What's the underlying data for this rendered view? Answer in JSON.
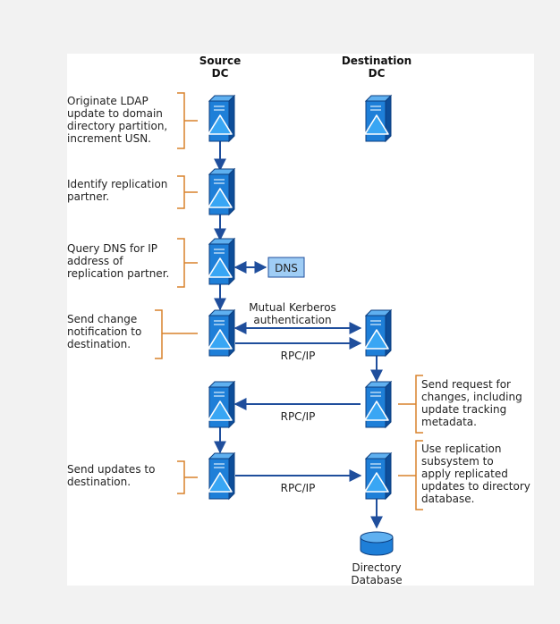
{
  "columns": {
    "source": {
      "line1": "Source",
      "line2": "DC"
    },
    "destination": {
      "line1": "Destination",
      "line2": "DC"
    }
  },
  "steps": {
    "originate": [
      "Originate LDAP",
      "update to domain",
      "directory partition,",
      "increment USN."
    ],
    "identify": [
      "Identify replication",
      "partner."
    ],
    "query_dns": [
      "Query DNS for IP",
      "address of",
      "replication partner."
    ],
    "send_notification": [
      "Send change",
      "notification to",
      "destination."
    ],
    "send_request": [
      "Send request for",
      "changes, including",
      "update tracking",
      "metadata."
    ],
    "send_updates": [
      "Send updates to",
      "destination."
    ],
    "apply": [
      "Use replication",
      "subsystem to",
      "apply replicated",
      "updates to directory",
      "database."
    ]
  },
  "connections": {
    "mutual_kerberos": [
      "Mutual Kerberos",
      "authentication"
    ],
    "rpc_ip_1": "RPC/IP",
    "rpc_ip_2": "RPC/IP",
    "rpc_ip_3": "RPC/IP"
  },
  "nodes": {
    "dns": "DNS",
    "directory_database": [
      "Directory",
      "Database"
    ]
  },
  "colors": {
    "arrow": "#1f4e9c",
    "bracket": "#d9822b",
    "server_front": "#1e7fd8",
    "server_side": "#0d4e9a",
    "server_top": "#5fb0f0",
    "dns_box": "#9fcdf5"
  },
  "icons": {
    "server": "server-icon",
    "database": "database-cylinder-icon"
  }
}
